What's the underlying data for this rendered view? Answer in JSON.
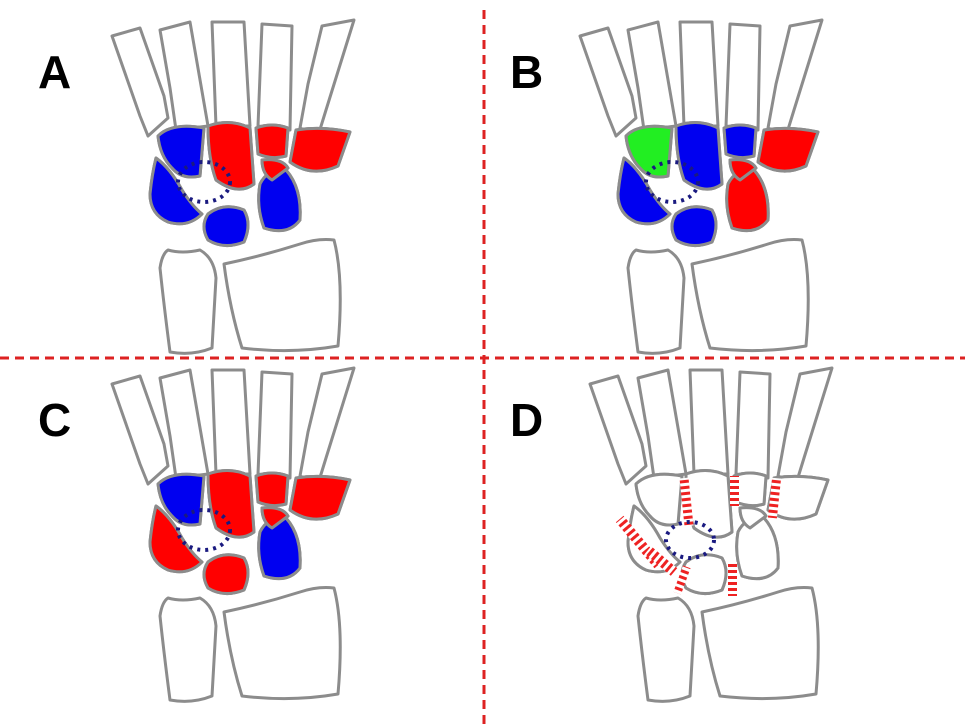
{
  "colors": {
    "red": "#ff0000",
    "blue": "#0000f0",
    "green": "#22ee22",
    "outline": "#8c8c8c",
    "divider": "#dd2222",
    "ring": "#1a1a80",
    "white": "#ffffff"
  },
  "panels": [
    {
      "label": "A",
      "carpals": {
        "trapezium": "blue",
        "trapezoid": "red",
        "capitate": "red",
        "hamate": "red",
        "scaphoid": "blue",
        "lunate": "blue",
        "triquetrum": "blue",
        "pisiform": "red"
      },
      "ring_style": "dotted"
    },
    {
      "label": "B",
      "carpals": {
        "trapezium": "green",
        "trapezoid": "blue",
        "capitate": "blue",
        "hamate": "red",
        "scaphoid": "blue",
        "lunate": "blue",
        "triquetrum": "red",
        "pisiform": "red"
      },
      "ring_style": "dotted"
    },
    {
      "label": "C",
      "carpals": {
        "trapezium": "blue",
        "trapezoid": "red",
        "capitate": "red",
        "hamate": "red",
        "scaphoid": "red",
        "lunate": "red",
        "triquetrum": "blue",
        "pisiform": "red"
      },
      "ring_style": "dotted"
    },
    {
      "label": "D",
      "carpals": {
        "trapezium": "white",
        "trapezoid": "white",
        "capitate": "white",
        "hamate": "white",
        "scaphoid": "white",
        "lunate": "white",
        "triquetrum": "white",
        "pisiform": "white"
      },
      "ring_style": "dotted",
      "show_joint_hatching": true
    }
  ]
}
